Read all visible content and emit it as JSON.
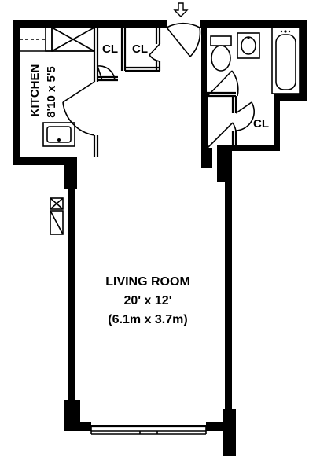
{
  "rooms": {
    "kitchen": {
      "name": "KITCHEN",
      "size": "8'10 x 5'5"
    },
    "closet_1": {
      "name": "CL"
    },
    "closet_2": {
      "name": "CL"
    },
    "closet_3": {
      "name": "CL"
    },
    "living_room": {
      "name": "LIVING ROOM",
      "size_imperial": "20' x 12'",
      "size_metric": "(6.1m x 3.7m)"
    }
  },
  "icons": {
    "entry": "entry-arrow-icon",
    "sink": "sink-icon",
    "toilet": "toilet-icon",
    "bathtub": "bathtub-icon"
  }
}
